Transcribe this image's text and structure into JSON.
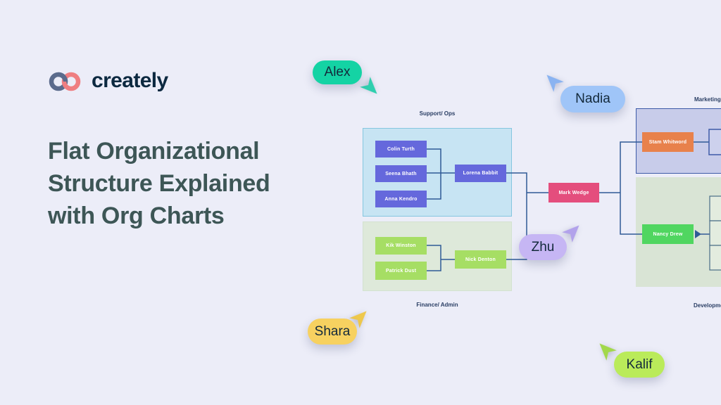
{
  "colors": {
    "background": "#ECEDF8",
    "heading": "#3D5656",
    "logo-text": "#0C2940",
    "logo-ring-left": "#5B6B8C",
    "logo-ring-right": "#EF7E81",
    "connector": "#2F5A96",
    "section-label": "#2A3E64",
    "pill-text": "#13293B",
    "support-container-fill": "#C7E4F3",
    "support-container-border": "#85C6DF",
    "finance-container-fill": "#DEE9DA",
    "marketing-container-fill": "#C8CCEA",
    "marketing-container-border": "#3E5BA8",
    "development-container-fill": "#D9E4D5",
    "purple-node": "#6568DC",
    "green-node": "#A6DE64",
    "pink-node": "#E44E7D",
    "orange-node": "#E8814B",
    "bright-green-node": "#50D660",
    "alex-pill": "#14D3A4",
    "alex-cursor": "#2FCFAE",
    "nadia-pill": "#9FC5F8",
    "nadia-cursor": "#8AB3F1",
    "zhu-pill": "#C6B6F4",
    "zhu-cursor": "#B2A2EB",
    "shara-pill": "#F7D160",
    "shara-cursor": "#EEC84C",
    "kalif-pill": "#BAEB5A",
    "kalif-cursor": "#A2D84B"
  },
  "logo": {
    "brand": "creately"
  },
  "hero": {
    "line1": "Flat Organizational",
    "line2": "Structure Explained",
    "line3": "with Org Charts"
  },
  "org": {
    "sections": {
      "support": "Support/ Ops",
      "finance": "Finance/ Admin",
      "marketing": "Marketing",
      "development": "Development"
    },
    "nodes": {
      "colin": "Colin Turth",
      "seena": "Seena Bhath",
      "anna": "Anna Kendro",
      "lorena": "Lorena Babbit",
      "kik": "Kik Winston",
      "patrick": "Patrick Dust",
      "nick": "Nick Denton",
      "mark": "Mark Wedge",
      "stam": "Stam Whitword",
      "nancy": "Nancy Drew"
    }
  },
  "collaborators": {
    "alex": {
      "name": "Alex"
    },
    "nadia": {
      "name": "Nadia"
    },
    "zhu": {
      "name": "Zhu"
    },
    "shara": {
      "name": "Shara"
    },
    "kalif": {
      "name": "Kalif"
    }
  }
}
